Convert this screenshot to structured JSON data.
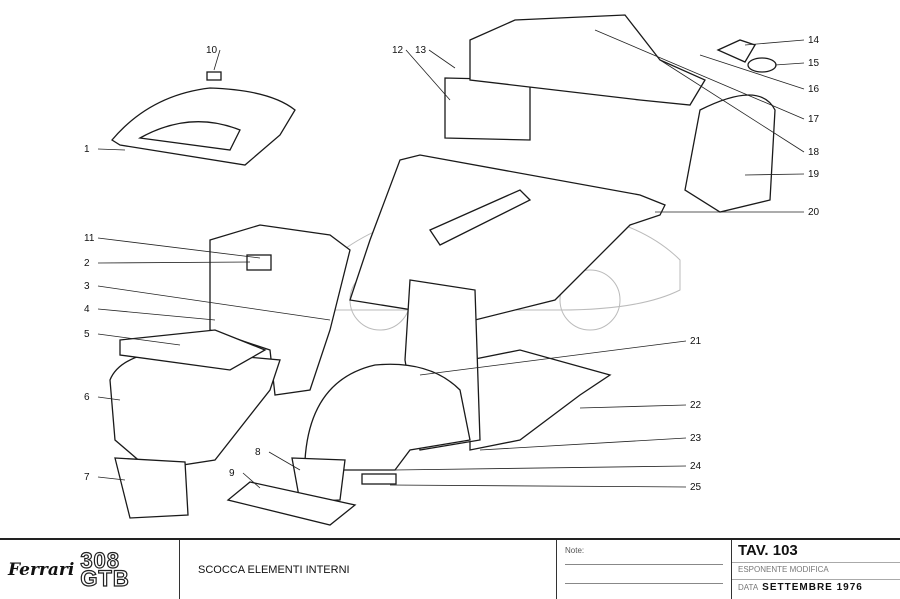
{
  "diagram": {
    "callouts": [
      "1",
      "2",
      "3",
      "4",
      "5",
      "6",
      "7",
      "8",
      "9",
      "10",
      "11",
      "12",
      "13",
      "14",
      "15",
      "16",
      "17",
      "18",
      "19",
      "20",
      "21",
      "22",
      "23",
      "24",
      "25"
    ]
  },
  "footer": {
    "brand": "Ferrari",
    "model_top": "308",
    "model_bottom": "GTB",
    "title": "SCOCCA  ELEMENTI INTERNI",
    "notes_label": "Note:",
    "tav": "TAV.  103",
    "esponente": "ESPONENTE  MODIFICA",
    "data_label": "DATA",
    "data_value": "SETTEMBRE 1976"
  }
}
